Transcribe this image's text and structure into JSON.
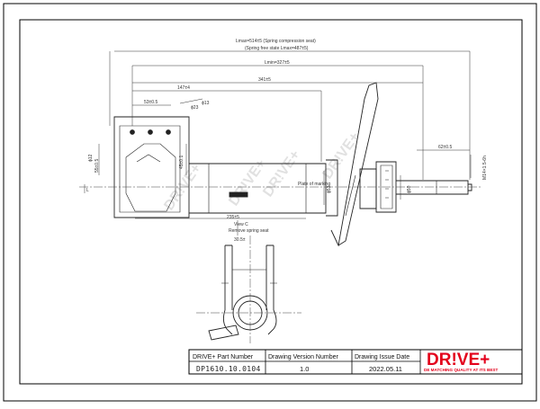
{
  "drawing": {
    "dimensions": {
      "lmax": "Lmax=514±5 (Spring compression seat)",
      "free_state": "(Spring free state Lmax=487±5)",
      "lmin": "Lmin=327±5",
      "l341": "341±5",
      "l147": "147±4",
      "l53": "53±0.5",
      "phi23": "ϕ23",
      "phi13": "ϕ13",
      "d45": "45±0.1",
      "d55": "55±0.5",
      "phi12": "ϕ12",
      "d235": "235±5",
      "plate_marking": "Plate of marking",
      "d62": "62±0.5",
      "phi53": "ϕ53",
      "phi50": "ϕ50",
      "thread": "M14×1.5-6h",
      "view_c": "View C",
      "remove_spring_seat": "Remove spring seat",
      "d30": "30.5±",
      "phi": "ϕ",
      "small_l": "L",
      "small_c": "C"
    },
    "watermark": "DR!VE+"
  },
  "title_block": {
    "headers": [
      "DRIVE+ Part Number",
      "Drawing Version Number",
      "Drawing Issue Date"
    ],
    "part_number": "DP1610.10.0104",
    "version": "1.0",
    "issue_date": "2022.05.11",
    "logo": "DR!VE+",
    "tagline": "DE MATCHING QUALITY AT ITS BEST"
  },
  "colors": {
    "line": "#222222",
    "brand": "#e3001b"
  }
}
